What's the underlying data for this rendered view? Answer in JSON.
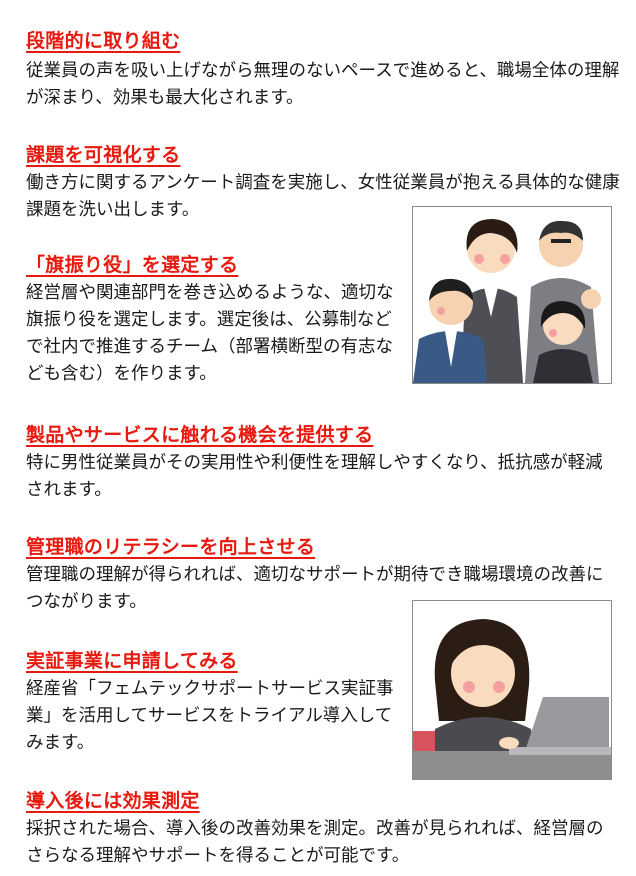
{
  "sections": [
    {
      "heading": "段階的に取り組む",
      "body": "従業員の声を吸い上げながら無理のないペースで進めると、職場全体の理解が深まり、効果も最大化されます。"
    },
    {
      "heading": "課題を可視化する",
      "body": "働き方に関するアンケート調査を実施し、女性従業員が抱える具体的な健康課題を洗い出します。"
    },
    {
      "heading": "「旗振り役」を選定する",
      "body": "経営層や関連部門を巻き込めるような、適切な旗振り役を選定します。選定後は、公募制などで社内で推進するチーム（部署横断型の有志なども含む）を作ります。"
    },
    {
      "heading": "製品やサービスに触れる機会を提供する",
      "body": "特に男性従業員がその実用性や利便性を理解しやすくなり、抵抗感が軽減されます。"
    },
    {
      "heading": "管理職のリテラシーを向上させる",
      "body": "管理職の理解が得られれば、適切なサポートが期待でき職場環境の改善につながります。"
    },
    {
      "heading": "実証事業に申請してみる",
      "body": "経産省「フェムテックサポートサービス実証事業」を活用してサービスをトライアル導入してみます。"
    },
    {
      "heading": "導入後には効果測定",
      "body": "採択された場合、導入後の改善効果を測定。改善が見られれば、経営層のさらなる理解やサポートを得ることが可能です。"
    }
  ],
  "colors": {
    "heading": "#e8190f",
    "text": "#1a1a1a",
    "illustration_border": "#8a8a8a"
  },
  "images": {
    "team": "team-meeting-illustration",
    "laptop": "woman-at-laptop-illustration"
  }
}
